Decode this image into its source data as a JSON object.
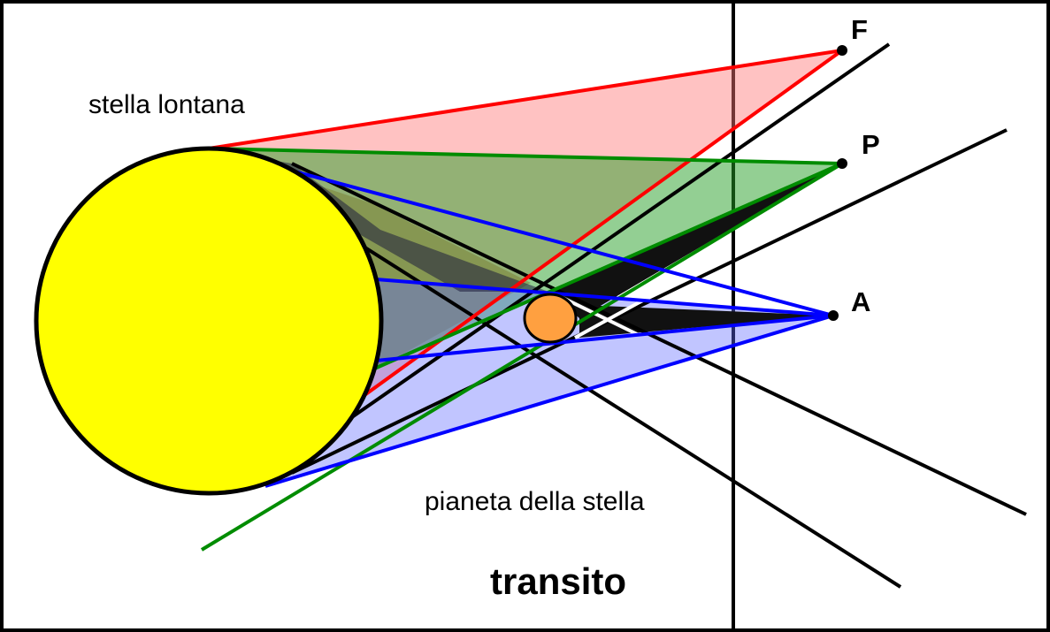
{
  "labels": {
    "star": "stella lontana",
    "planet": "pianeta della stella",
    "transit": "transito",
    "point_f": "F",
    "point_p": "P",
    "point_a": "A"
  },
  "colors": {
    "star_fill": "#ffff00",
    "planet_fill": "#ffa040",
    "red_cone": "#ff0000",
    "green_cone": "#008c00",
    "blue_cone": "#0000ff",
    "line": "#000000"
  }
}
